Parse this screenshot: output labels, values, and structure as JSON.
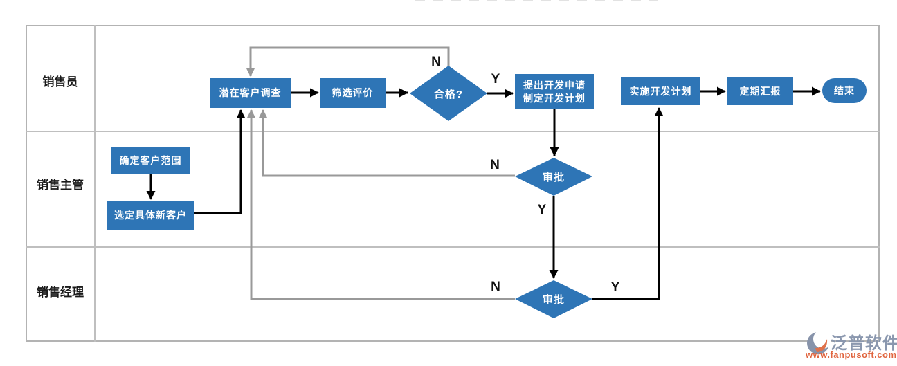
{
  "diagram": {
    "lanes": [
      {
        "label": "销售员"
      },
      {
        "label": "销售主管"
      },
      {
        "label": "销售经理"
      }
    ],
    "nodes": {
      "survey": "潜在客户调查",
      "screening": "筛选评价",
      "qualified": "合格?",
      "apply_line1": "提出开发申请",
      "apply_line2": "制定开发计划",
      "implement": "实施开发计划",
      "report": "定期汇报",
      "end": "结束",
      "scope": "确定客户范围",
      "select_new": "选定具体新客户",
      "approve_supervisor": "审批",
      "approve_manager": "审批"
    },
    "branch_labels": {
      "qualified_no": "N",
      "qualified_yes": "Y",
      "approve_supervisor_no": "N",
      "approve_supervisor_yes": "Y",
      "approve_manager_no": "N",
      "approve_manager_yes": "Y"
    },
    "colors": {
      "node_fill": "#2E75B6",
      "edge_primary": "#000000",
      "edge_return": "#999999",
      "grid_border": "#b3b3b3"
    }
  },
  "watermark": {
    "brand": "泛普软件",
    "url": "www.fanpusoft.com"
  }
}
